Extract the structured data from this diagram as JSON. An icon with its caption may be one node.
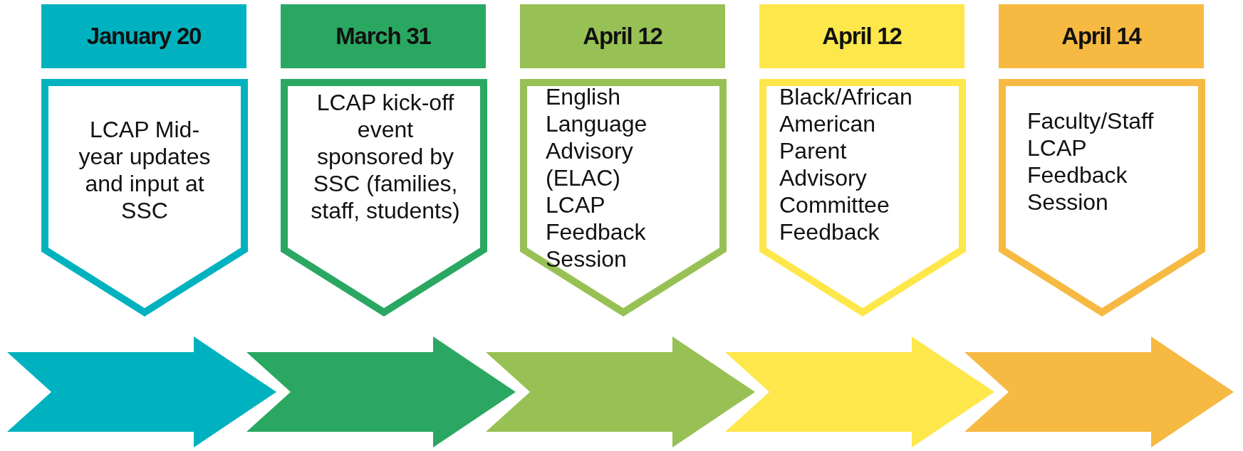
{
  "diagram": {
    "nodes": [
      {
        "text": [
          "January 20"
        ]
      },
      {
        "text": [
          "March 31"
        ]
      },
      {
        "text": [
          "April 12"
        ]
      },
      {
        "text": [
          "April 12"
        ]
      },
      {
        "text": [
          "April 14"
        ]
      },
      {
        "text": [
          "LCAP Mid-year updates and input at SSC"
        ]
      },
      {
        "text": [
          "LCAP kick-off event sponsored by SSC (families, staff, students)"
        ]
      },
      {
        "text": [
          "English Language Advisory (ELAC) LCAP Feedback Session"
        ]
      },
      {
        "text": [
          "Black/African American Parent Advisory Committee Feedback"
        ]
      },
      {
        "text": [
          "Faculty/Staff LCAP Feedback Session"
        ]
      },
      {
        "text": [],
        "shape": "chevron"
      },
      {
        "text": [],
        "shape": "chevron"
      },
      {
        "text": [],
        "shape": "chevron"
      },
      {
        "text": [],
        "shape": "chevron"
      },
      {
        "text": [],
        "shape": "chevron"
      }
    ]
  }
}
